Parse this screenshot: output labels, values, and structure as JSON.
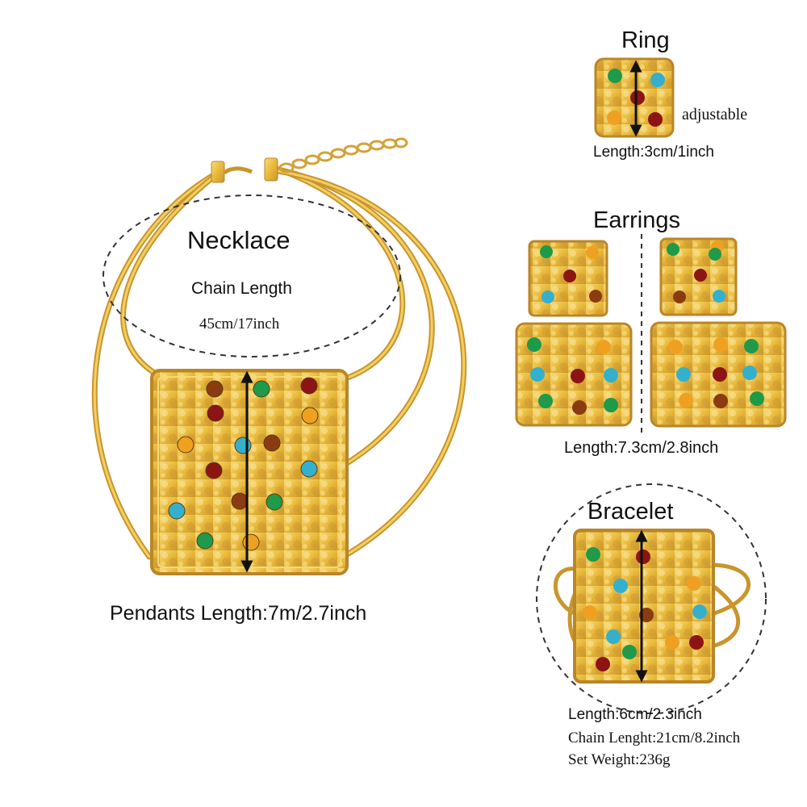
{
  "necklace": {
    "title": "Necklace",
    "chain_label": "Chain Length",
    "chain_value": "45cm/17inch",
    "pendant_length": "Pendants Length:7m/2.7inch"
  },
  "ring": {
    "title": "Ring",
    "note": "adjustable",
    "length": "Length:3cm/1inch"
  },
  "earrings": {
    "title": "Earrings",
    "length": "Length:7.3cm/2.8inch"
  },
  "bracelet": {
    "title": "Bracelet",
    "length": "Length:6cm/2.3inch",
    "chain_length": "Chain Lenght:21cm/8.2inch",
    "set_weight": "Set Weight:236g"
  },
  "colors": {
    "gold": "#e8b93a",
    "gold_light": "#f6d978",
    "gold_dark": "#b9862a",
    "gem_green": "#1e9a4a",
    "gem_red": "#8c1414",
    "gem_blue": "#35b0cc",
    "gem_orange": "#f0a020",
    "gem_brown": "#8a3c10"
  }
}
